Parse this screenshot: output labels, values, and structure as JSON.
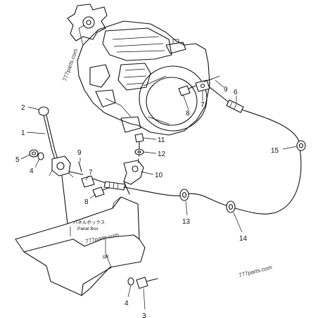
{
  "callouts": {
    "c1": "1",
    "c2": "2",
    "c3": "3",
    "c4a": "4",
    "c4b": "4",
    "c5": "5",
    "c6": "6",
    "c7a": "7",
    "c7b": "7",
    "c8a": "8",
    "c8b": "8",
    "c9a": "9",
    "c9b": "9",
    "c10": "10",
    "c11": "11",
    "c12": "12",
    "c13": "13",
    "c14": "14",
    "c15": "15"
  },
  "panel_box": {
    "label_jp": "パネルボックス",
    "label_en": "Panel Box",
    "mark": "SR"
  },
  "watermarks": {
    "left": "777parts.com",
    "center": "777parts.com",
    "bottom_right": "777parts.com"
  }
}
